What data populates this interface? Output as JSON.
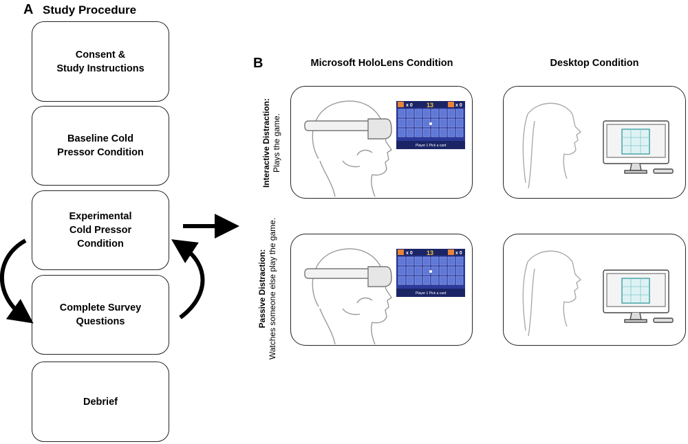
{
  "panel_a": {
    "letter": "A",
    "title": "Study Procedure",
    "steps": [
      "Consent &\nStudy Instructions",
      "Baseline Cold\nPressor Condition",
      "Experimental\nCold Pressor\nCondition",
      "Complete Survey\nQuestions",
      "Debrief"
    ]
  },
  "panel_b": {
    "letter": "B",
    "conditions": [
      "Microsoft HoloLens Condition",
      "Desktop Condition"
    ],
    "rows": [
      {
        "label_bold": "Interactive Distraction:",
        "label_plain": "Plays the game."
      },
      {
        "label_bold": "Passive Distraction:",
        "label_plain": "Watches someone else play the game."
      }
    ],
    "game": {
      "left_score": "x 0",
      "center_number": "13",
      "right_score": "x 0",
      "status": "Player 1 Pick a card"
    }
  }
}
